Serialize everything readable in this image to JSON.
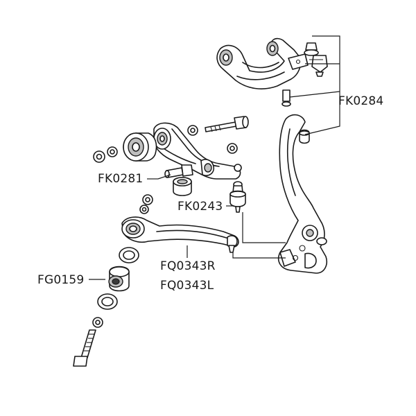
{
  "labels": {
    "fk0284": "FK0284",
    "fk0281": "FK0281",
    "fk0243": "FK0243",
    "fq0343r": "FQ0343R",
    "fq0343l": "FQ0343L",
    "fg0159": "FG0159"
  },
  "colors": {
    "ink": "#1a1a1a",
    "shade": "#bfbfbf",
    "background": "#ffffff"
  }
}
